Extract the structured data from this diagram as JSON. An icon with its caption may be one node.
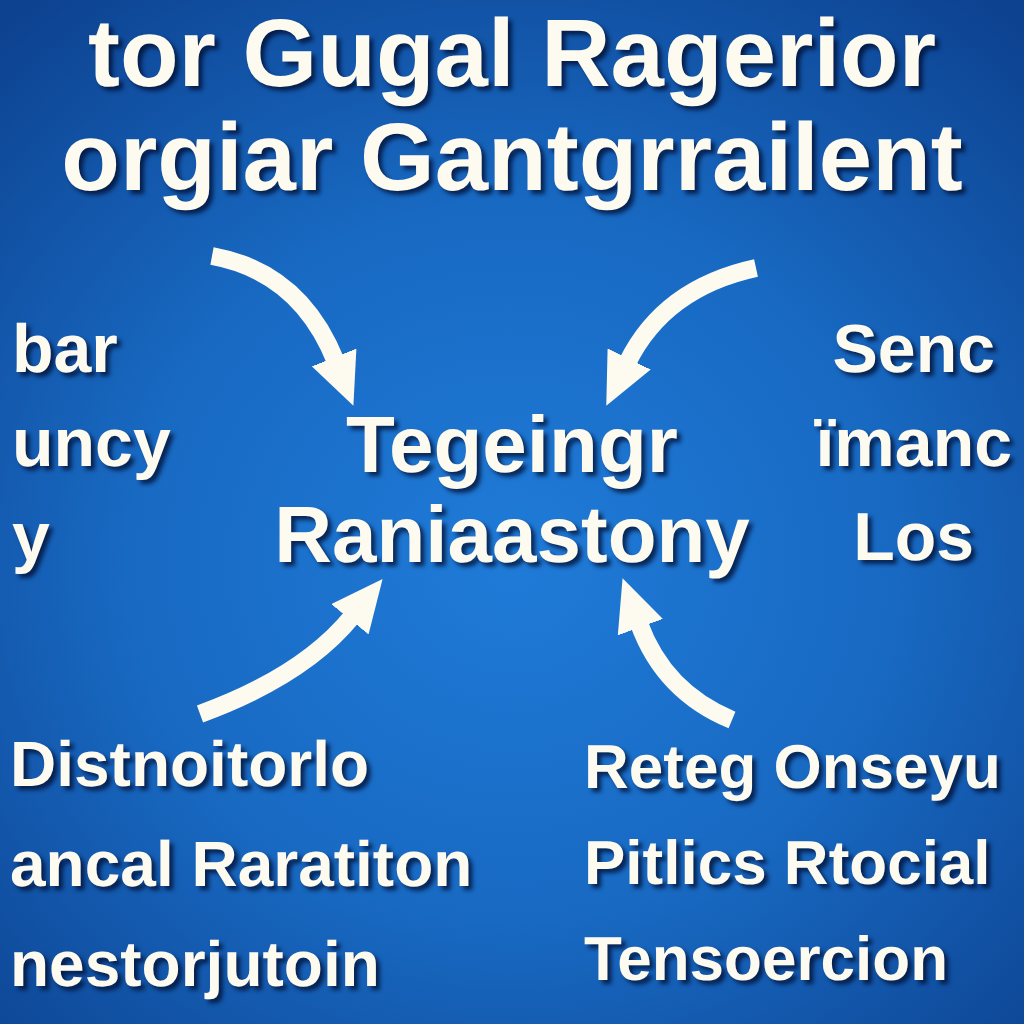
{
  "diagram": {
    "title": "tor Gugal Ragerior orgiar Gantgrrailent",
    "nodes": [
      {
        "text": [
          "bar uncy y"
        ]
      },
      {
        "text": [
          "Tegeingr Raniaastony"
        ]
      },
      {
        "text": [
          "Senc ïmanc Los"
        ]
      },
      {
        "text": [
          "Distnoitorlo ancal Raratiton nestorjutoin"
        ]
      },
      {
        "text": [
          "Reteg Onseyu Pitlics Rtocial Tensoercion"
        ]
      }
    ],
    "edges": [
      {
        "from": null,
        "to": 1,
        "arrow": "to"
      },
      {
        "from": null,
        "to": 1,
        "arrow": "to"
      },
      {
        "from": 3,
        "to": 1,
        "arrow": "to"
      },
      {
        "from": 4,
        "to": 1,
        "arrow": "to"
      }
    ]
  }
}
